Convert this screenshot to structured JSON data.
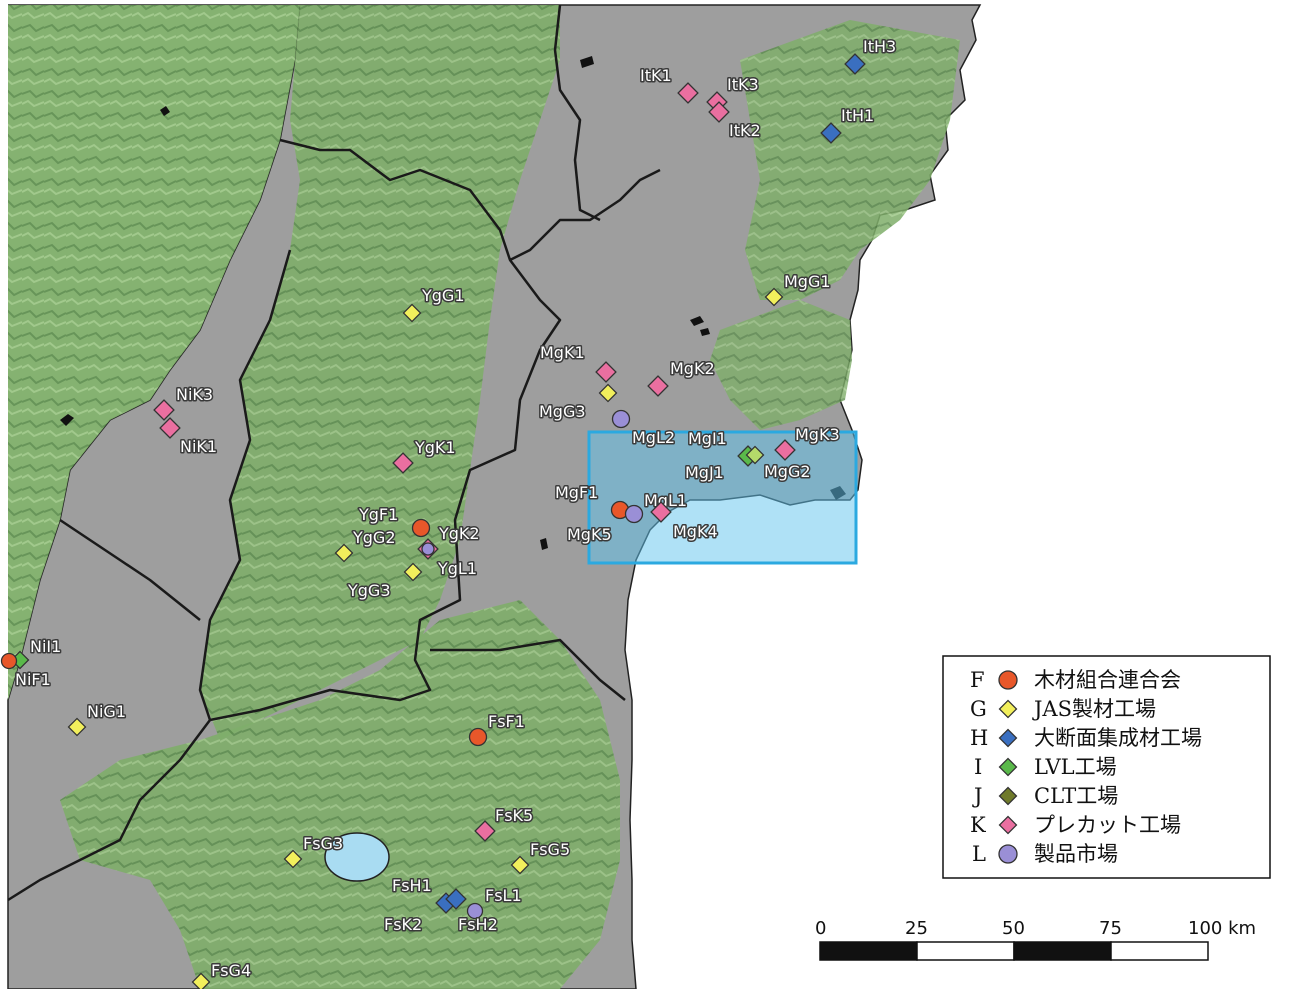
{
  "legend": {
    "items": [
      {
        "code": "F",
        "label": "木材組合連合会",
        "shape": "circle",
        "color": "#e8572a"
      },
      {
        "code": "G",
        "label": "JAS製材工場",
        "shape": "diamond",
        "color": "#f2ef5c"
      },
      {
        "code": "H",
        "label": "大断面集成材工場",
        "shape": "diamond",
        "color": "#3a6fc0"
      },
      {
        "code": "I",
        "label": "LVL工場",
        "shape": "diamond",
        "color": "#5ab94a"
      },
      {
        "code": "J",
        "label": "CLT工場",
        "shape": "diamond",
        "color": "#6f7a2a"
      },
      {
        "code": "K",
        "label": "プレカット工場",
        "shape": "diamond",
        "color": "#ea6fa0"
      },
      {
        "code": "L",
        "label": "製品市場",
        "shape": "circle",
        "color": "#9a8fd6"
      }
    ]
  },
  "scale_bar": {
    "ticks": [
      "0",
      "25",
      "50",
      "75",
      "100 km"
    ]
  },
  "highlight": {
    "color": "#2ba9e0"
  },
  "colors": {
    "lowland": "#9e9e9e",
    "forest": "#7fae6a",
    "sea": "#ffffff",
    "boundary": "#1a1a1a"
  },
  "sites": [
    {
      "label": "ItK1",
      "type": "K"
    },
    {
      "label": "ItK3",
      "type": "K"
    },
    {
      "label": "ItK2",
      "type": "K"
    },
    {
      "label": "ItH3",
      "type": "H"
    },
    {
      "label": "ItH1",
      "type": "H"
    },
    {
      "label": "MgG1",
      "type": "G"
    },
    {
      "label": "YgG1",
      "type": "G"
    },
    {
      "label": "MgK1",
      "type": "K"
    },
    {
      "label": "MgK2",
      "type": "K"
    },
    {
      "label": "MgG3",
      "type": "G"
    },
    {
      "label": "NiK3",
      "type": "K"
    },
    {
      "label": "NiK1",
      "type": "K"
    },
    {
      "label": "MgL2",
      "type": "L"
    },
    {
      "label": "MgI1",
      "type": "I"
    },
    {
      "label": "MgK3",
      "type": "K"
    },
    {
      "label": "MgG2",
      "type": "G"
    },
    {
      "label": "MgJ1",
      "type": "J"
    },
    {
      "label": "YgK1",
      "type": "K"
    },
    {
      "label": "MgF1",
      "type": "F"
    },
    {
      "label": "MgL1",
      "type": "L"
    },
    {
      "label": "MgK5",
      "type": "K"
    },
    {
      "label": "MgK4",
      "type": "K"
    },
    {
      "label": "YgF1",
      "type": "F"
    },
    {
      "label": "YgG2",
      "type": "G"
    },
    {
      "label": "YgK2",
      "type": "K"
    },
    {
      "label": "YgL1",
      "type": "L"
    },
    {
      "label": "YgG3",
      "type": "G"
    },
    {
      "label": "NiI1",
      "type": "I"
    },
    {
      "label": "NiF1",
      "type": "F"
    },
    {
      "label": "NiG1",
      "type": "G"
    },
    {
      "label": "FsF1",
      "type": "F"
    },
    {
      "label": "FsK5",
      "type": "K"
    },
    {
      "label": "FsG3",
      "type": "G"
    },
    {
      "label": "FsG5",
      "type": "G"
    },
    {
      "label": "FsH1",
      "type": "H"
    },
    {
      "label": "FsL1",
      "type": "L"
    },
    {
      "label": "FsK2",
      "type": "K"
    },
    {
      "label": "FsH2",
      "type": "H"
    },
    {
      "label": "FsG4",
      "type": "G"
    }
  ]
}
